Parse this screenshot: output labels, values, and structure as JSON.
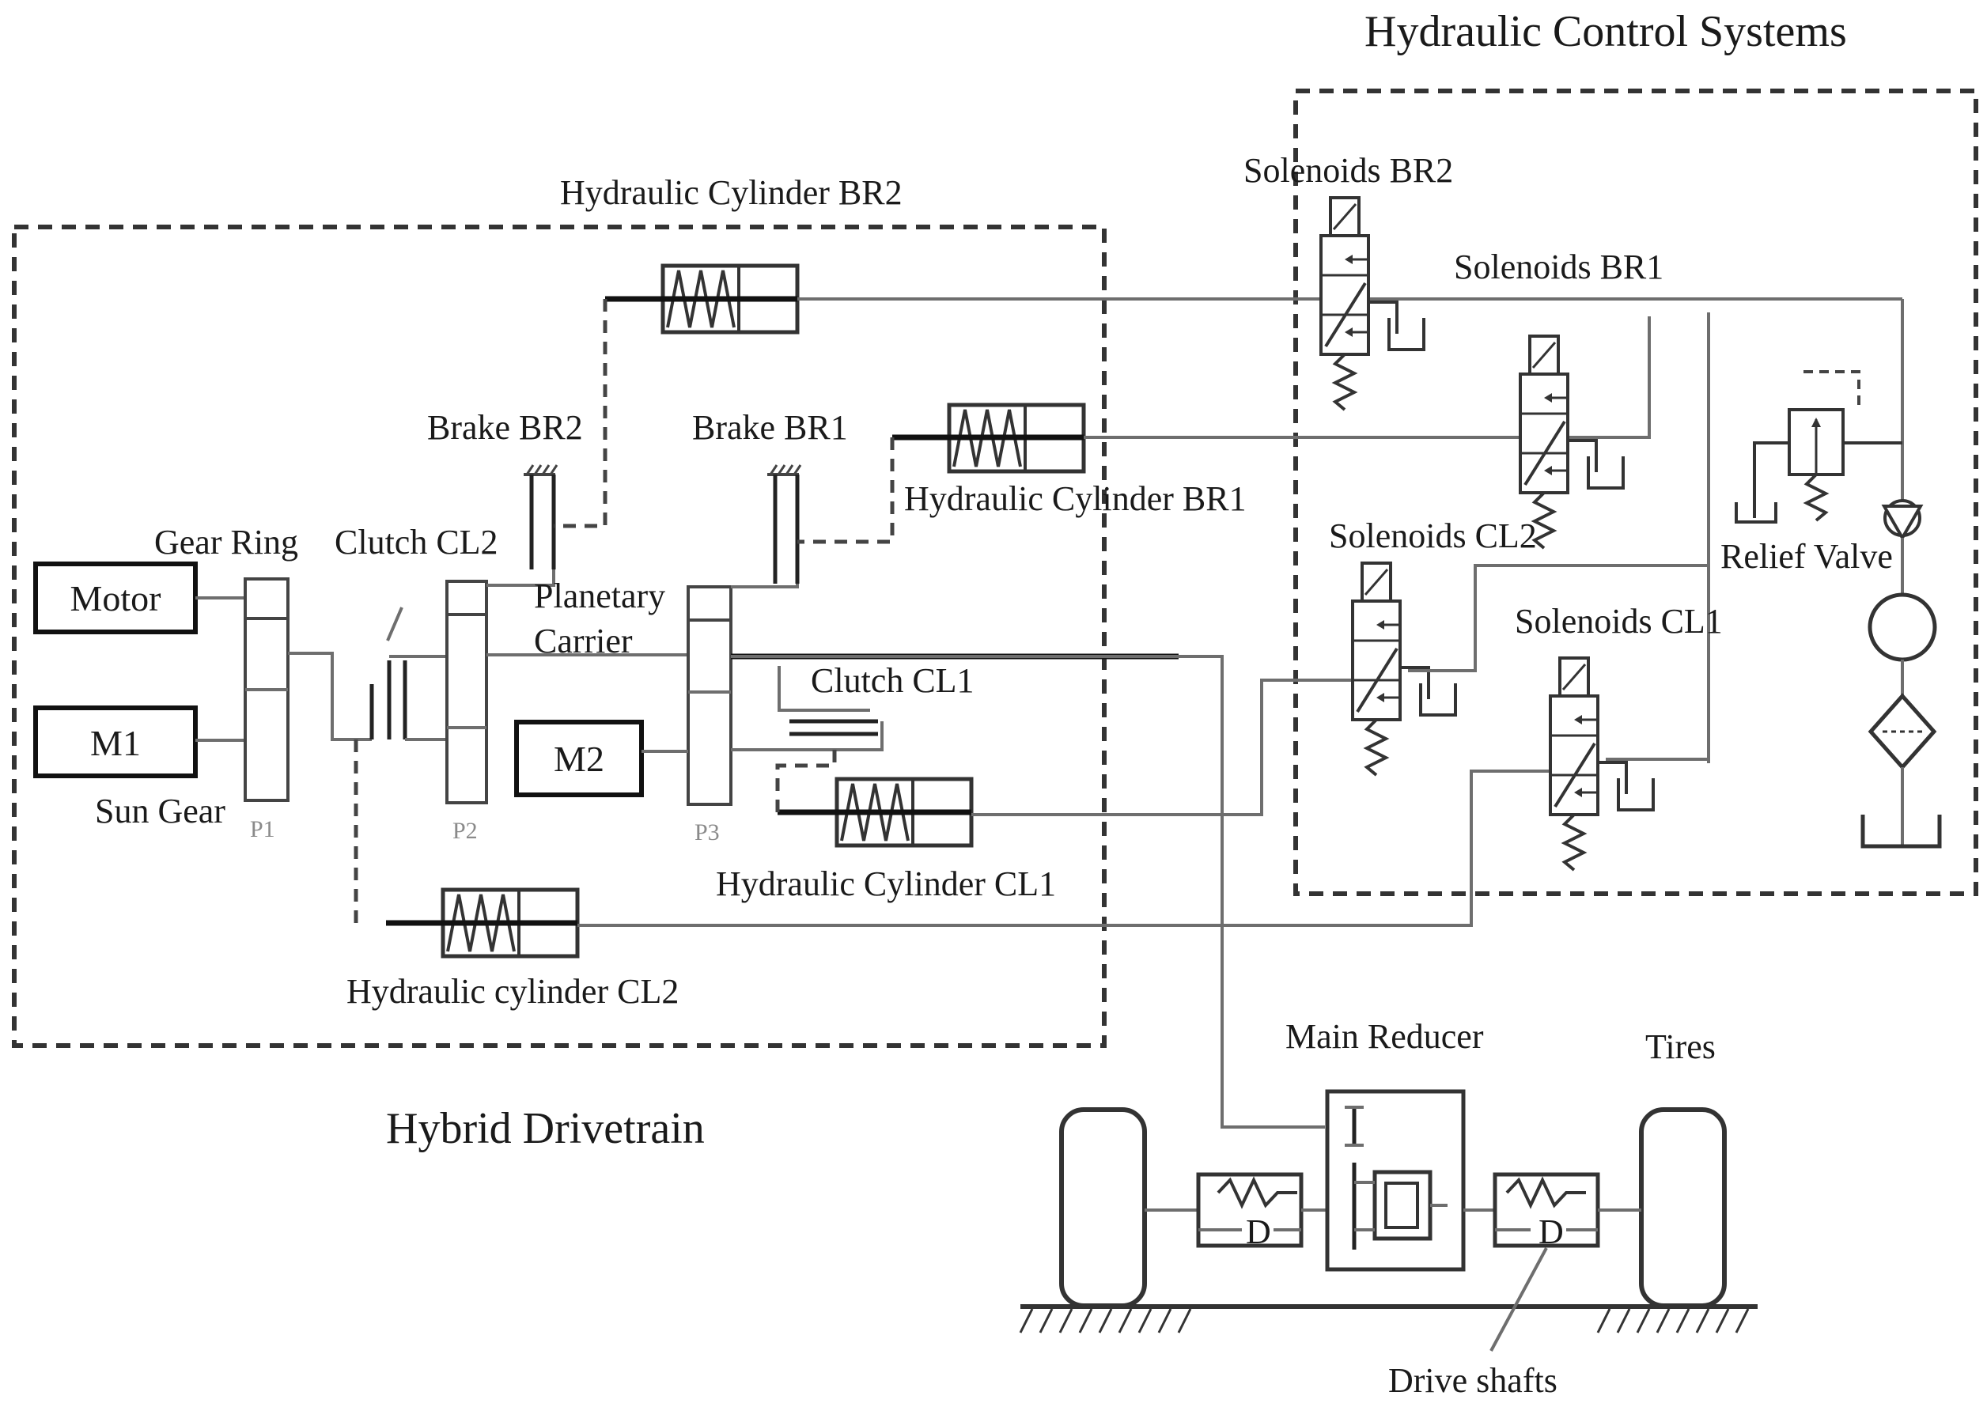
{
  "regions": {
    "hydraulic_control": "Hydraulic Control Systems",
    "hybrid_drivetrain": "Hybrid Drivetrain"
  },
  "blocks": {
    "motor": "Motor",
    "m1": "M1",
    "m2": "M2"
  },
  "planetary_sets": [
    "P1",
    "P2",
    "P3"
  ],
  "labels": {
    "gear_ring": "Gear Ring",
    "sun_gear": "Sun Gear",
    "clutch_cl2": "Clutch CL2",
    "brake_br2": "Brake BR2",
    "brake_br1": "Brake BR1",
    "planetary": "Planetary",
    "carrier": "Carrier",
    "clutch_cl1": "Clutch CL1",
    "hyd_cyl_br2": "Hydraulic Cylinder BR2",
    "hyd_cyl_br1": "Hydraulic Cylinder BR1",
    "hyd_cyl_cl1": "Hydraulic Cylinder CL1",
    "hyd_cyl_cl2": "Hydraulic cylinder CL2",
    "sol_br2": "Solenoids BR2",
    "sol_br1": "Solenoids BR1",
    "sol_cl2": "Solenoids CL2",
    "sol_cl1": "Solenoids CL1",
    "relief_valve": "Relief Valve",
    "main_reducer": "Main Reducer",
    "tires": "Tires",
    "drive_shafts": "Drive shafts"
  },
  "damper_letter": "D"
}
